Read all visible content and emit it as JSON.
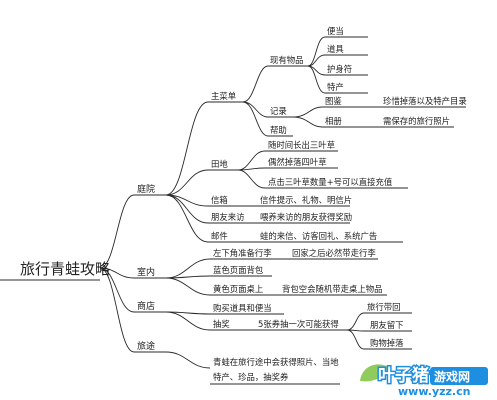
{
  "root": "旅行青蛙攻略",
  "branches": {
    "courtyard": "庭院",
    "indoor": "室内",
    "shop": "商店",
    "travel": "旅途"
  },
  "courtyard": {
    "main_menu": "主菜单",
    "items": "现有物品",
    "item_list": [
      "便当",
      "道具",
      "护身符",
      "特产"
    ],
    "records": "记录",
    "records_list": [
      {
        "label": "图鉴",
        "note": "珍惜掉落以及特产目录"
      },
      {
        "label": "相册",
        "note": "需保存的旅行照片"
      }
    ],
    "help": "帮助",
    "field": "田地",
    "field_list": [
      "随时间长出三叶草",
      "偶然掉落四叶草",
      "点击三叶草数量+号可以直接充值"
    ],
    "mailbox": "信箱",
    "mailbox_note": "信件提示、礼物、明信片",
    "friends": "朋友来访",
    "friends_note": "喂养来访的朋友获得奖励",
    "mail": "邮件",
    "mail_note": "蛙的来信、访客回礼、系统广告"
  },
  "indoor": {
    "list": [
      {
        "label": "左下角准备行李",
        "note": "回家之后必然带走行李"
      },
      {
        "label": "蓝色页面背包",
        "note": ""
      },
      {
        "label": "黄色页面桌上",
        "note": "背包空会随机带走桌上物品"
      }
    ]
  },
  "shop": {
    "buy": "购买道具和便当",
    "lottery": "抽奖",
    "lottery_note": "5张券抽一次可能获得",
    "prizes": [
      "旅行带回",
      "朋友留下",
      "购物掉落"
    ]
  },
  "travel": {
    "note_line1": "青蛙在旅行途中会获得照片、当地",
    "note_line2": "特产、珍品，抽奖券"
  },
  "watermark": {
    "brand": "叶子猪",
    "site": "游戏网",
    "url": "www.yzz.cn"
  }
}
